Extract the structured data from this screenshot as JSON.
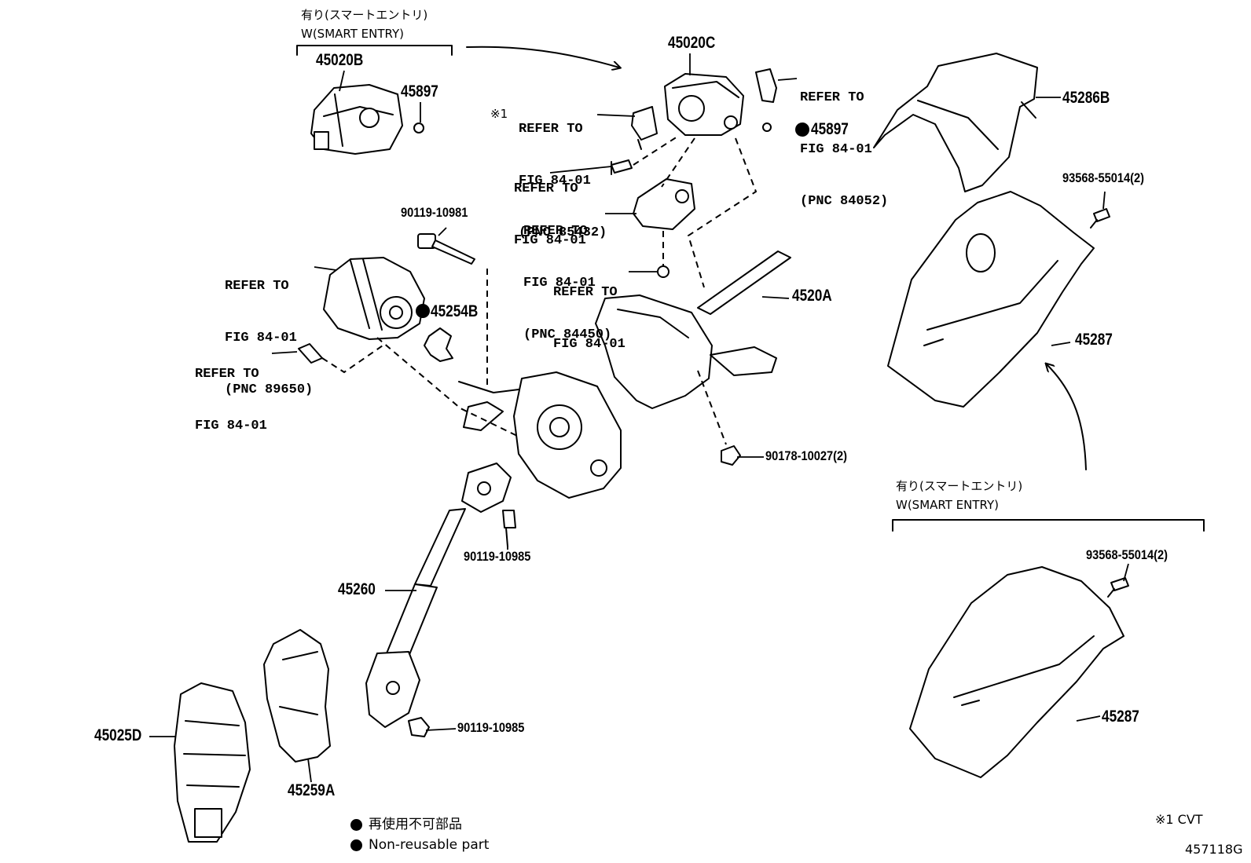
{
  "figure_code": "457118G",
  "notes": {
    "smart_entry_jp": "有り(スマートエントリ)",
    "smart_entry_en": "W(SMART ENTRY)",
    "cvt_note": "※1 CVT",
    "marker_1": "※1"
  },
  "legend": {
    "jp": "再使用不可部品",
    "en": "Non-reusable part"
  },
  "bullet": "●",
  "parts": {
    "p45020B": "45020B",
    "p45897_left": "45897",
    "p45020C": "45020C",
    "p45897_right": "45897",
    "p45286B": "45286B",
    "p93568_upper": "93568-55014(2)",
    "p90119_10981": "90119-10981",
    "p45254B": "45254B",
    "p4520A": "4520A",
    "p45287_upper": "45287",
    "p90178": "90178-10027(2)",
    "p90119_10985_mid": "90119-10985",
    "p45260": "45260",
    "p90119_10985_low": "90119-10985",
    "p45025D": "45025D",
    "p45259A": "45259A",
    "p93568_lower": "93568-55014(2)",
    "p45287_lower": "45287"
  },
  "refs": {
    "r85432": {
      "l1": "REFER TO",
      "l2": "FIG 84-01",
      "l3": "(PNC 85432)"
    },
    "r84052": {
      "l1": "REFER TO",
      "l2": "FIG 84-01",
      "l3": "(PNC 84052)"
    },
    "r_screw_top": {
      "l1": "REFER TO",
      "l2": "FIG 84-01"
    },
    "r84450": {
      "l1": "REFER TO",
      "l2": "FIG 84-01",
      "l3": "(PNC 84450)"
    },
    "r_screw_mid": {
      "l1": "REFER TO",
      "l2": "FIG 84-01"
    },
    "r89650": {
      "l1": "REFER TO",
      "l2": "FIG 84-01",
      "l3": "(PNC 89650)"
    },
    "r_bolt_left": {
      "l1": "REFER TO",
      "l2": "FIG 84-01"
    }
  }
}
